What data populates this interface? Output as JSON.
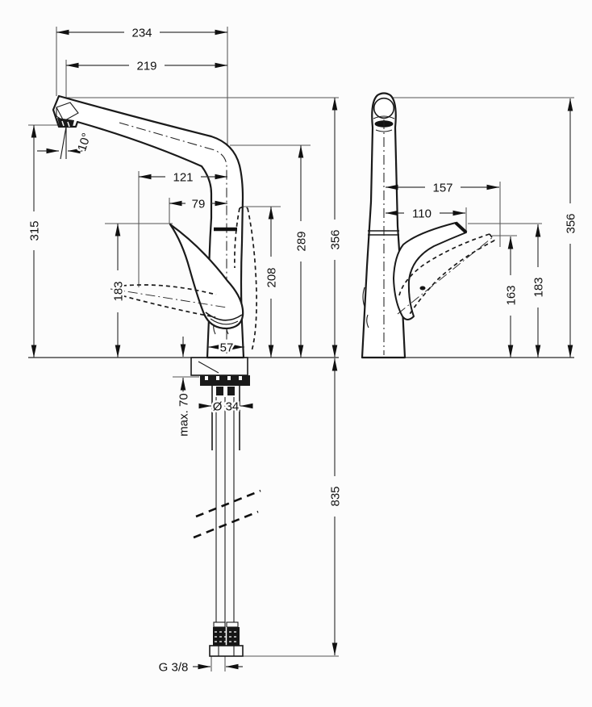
{
  "drawing": {
    "front_view": {
      "labels": {
        "total_width": "234",
        "spout_reach": "219",
        "spout_angle": "10°",
        "handle_reach_open": "121",
        "handle_reach": "79",
        "outlet_height": "315",
        "handle_height": "183",
        "handle_height_open": "208",
        "spout_outlet_height": "289",
        "total_height": "356",
        "base_width": "57",
        "max_counter_thickness": "max. 70",
        "shank_diameter": "Ø 34",
        "hose_length": "835",
        "connection_thread": "G 3/8"
      }
    },
    "side_view": {
      "labels": {
        "handle_reach_open": "157",
        "handle_reach": "110",
        "handle_height_open": "163",
        "handle_height": "183",
        "total_height": "356"
      }
    },
    "line_color": "#1a1a1a"
  }
}
